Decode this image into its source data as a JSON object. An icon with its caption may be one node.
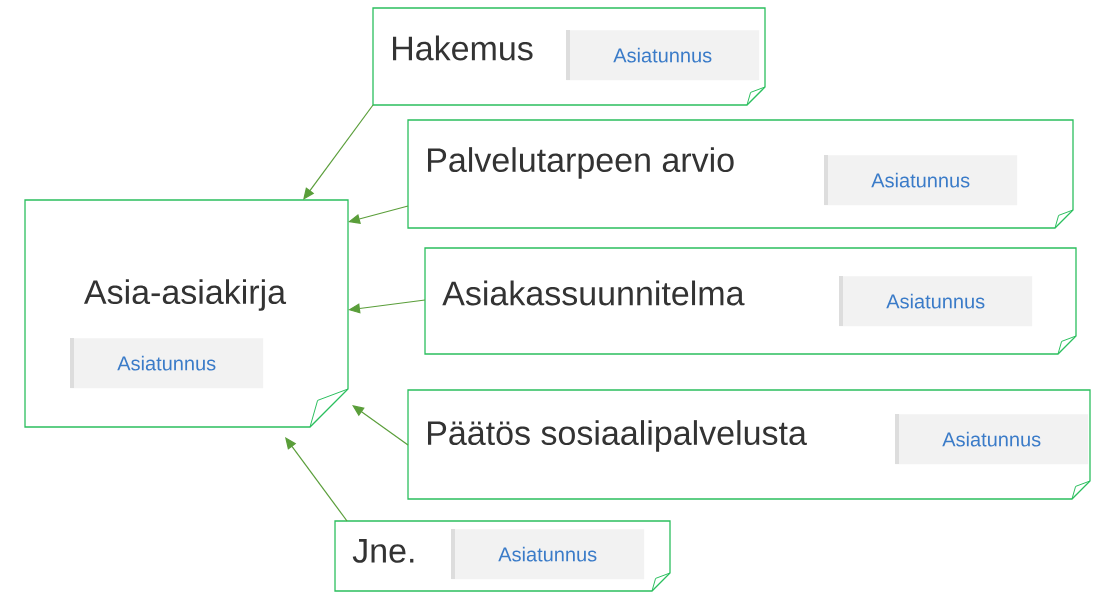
{
  "diagram": {
    "nodes": [
      {
        "text": [
          "Hakemus"
        ]
      },
      {
        "text": [
          "Asiatunnus"
        ],
        "in": 0
      },
      {
        "text": [
          "Palvelutarpeen arvio"
        ]
      },
      {
        "text": [
          "Asiatunnus"
        ],
        "in": 2
      },
      {
        "text": [
          "Asia-asiakirja"
        ]
      },
      {
        "text": [
          "Asiatunnus"
        ],
        "in": 4
      },
      {
        "text": [
          "Asiakassuunnitelma"
        ]
      },
      {
        "text": [
          "Asiatunnus"
        ],
        "in": 6
      },
      {
        "text": [
          "Päätös sosiaalipalvelusta"
        ]
      },
      {
        "text": [
          "Asiatunnus"
        ],
        "in": 8
      },
      {
        "text": [
          "Jne."
        ]
      },
      {
        "text": [
          "Asiatunnus"
        ],
        "in": 10
      }
    ],
    "edges": [
      {
        "from": 0,
        "to": 4,
        "arrow": "to"
      },
      {
        "from": 2,
        "to": 4,
        "arrow": "to"
      },
      {
        "from": 6,
        "to": 4,
        "arrow": "to"
      },
      {
        "from": 8,
        "to": 4,
        "arrow": "to"
      },
      {
        "from": 10,
        "to": 4,
        "arrow": "to"
      }
    ]
  }
}
